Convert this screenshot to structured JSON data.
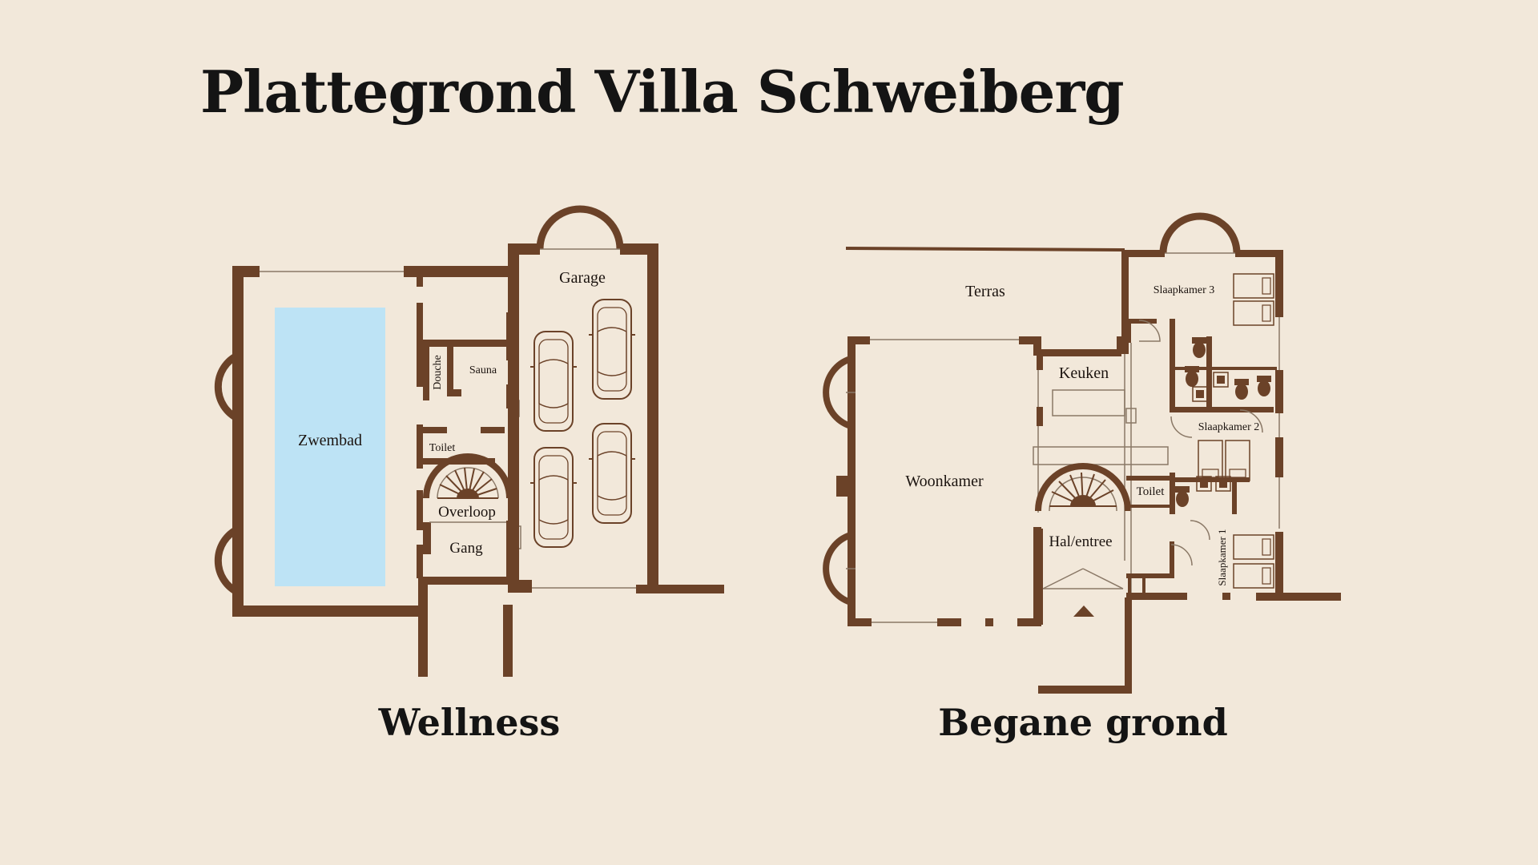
{
  "title": "Plattegrond Villa Schweiberg",
  "colors": {
    "background": "#f2e8da",
    "wall": "#6b4228",
    "pool": "#bde3f5",
    "text": "#141414"
  },
  "plans": {
    "wellness": {
      "caption": "Wellness",
      "rooms": {
        "zwembad": "Zwembad",
        "garage": "Garage",
        "douche": "Douche",
        "sauna": "Sauna",
        "toilet": "Toilet",
        "overloop": "Overloop",
        "gang": "Gang"
      }
    },
    "begane_grond": {
      "caption": "Begane grond",
      "rooms": {
        "terras": "Terras",
        "slaapkamer3": "Slaapkamer 3",
        "keuken": "Keuken",
        "slaapkamer2": "Slaapkamer 2",
        "woonkamer": "Woonkamer",
        "toilet": "Toilet",
        "hal": "Hal/entree",
        "slaapkamer1": "Slaapkamer 1"
      }
    }
  }
}
